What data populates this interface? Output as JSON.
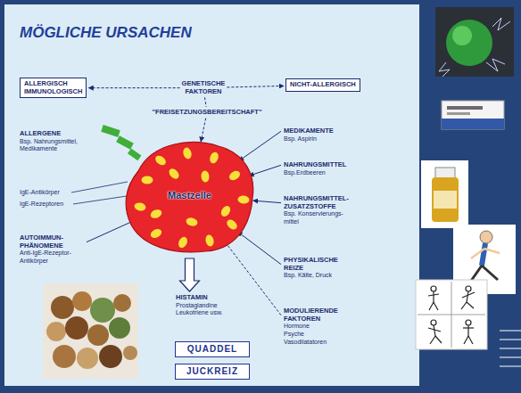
{
  "diagram": {
    "title": "MÖGLICHE URSACHEN",
    "nodes": [
      {
        "text": [
          "ALLERGISCH IMMUNOLOGISCH"
        ]
      },
      {
        "text": [
          "GENETISCHE FAKTOREN"
        ]
      },
      {
        "text": [
          "NICHT-ALLERGISCH"
        ]
      },
      {
        "text": [
          "\"FREISETZUNGSBEREITSCHAFT\""
        ]
      },
      {
        "text": [
          "ALLERGENE",
          "Bsp. Nahrungsmittel, Medikamente"
        ]
      },
      {
        "text": [
          "MEDIKAMENTE",
          "Bsp. Aspirin"
        ]
      },
      {
        "text": [
          "Mastzelle"
        ]
      },
      {
        "text": [
          "NAHRUNGSMITTEL",
          "Bsp.Erdbeeren"
        ]
      },
      {
        "text": [
          "NAHRUNGSMITTEL- ZUSATZSTOFFE",
          "Bsp. Konservierungs- mittel"
        ]
      },
      {
        "text": [
          "AUTOIMMUN- PHÄNOMENE",
          "Anti-IgE-Rezeptor- Antikörper"
        ]
      },
      {
        "text": [
          "PHYSIKALISCHE REIZE",
          "Bsp. Kälte, Druck"
        ]
      },
      {
        "text": [
          "HISTAMIN",
          "Prostaglandine Leukotriene usw."
        ]
      },
      {
        "text": [
          "MODULIERENDE FAKTOREN",
          "Hormone Psyche Vasodilatatoren"
        ]
      },
      {
        "text": [
          "QUADDEL"
        ]
      },
      {
        "text": [
          "JUCKREIZ"
        ]
      }
    ],
    "edges": [
      {
        "from": 1,
        "to": 0,
        "arrow": "to"
      },
      {
        "from": 1,
        "to": 2,
        "arrow": "to"
      },
      {
        "from": 1,
        "to": 3,
        "arrow": "none"
      },
      {
        "from": 3,
        "to": 6,
        "arrow": "to"
      },
      {
        "from": 9,
        "to": 6,
        "arrow": "none"
      },
      {
        "from": 5,
        "to": 6,
        "arrow": "to"
      },
      {
        "from": 7,
        "to": 6,
        "arrow": "to"
      },
      {
        "from": 8,
        "to": 6,
        "arrow": "to"
      },
      {
        "from": 10,
        "to": 6,
        "arrow": "to"
      },
      {
        "from": 12,
        "to": 6,
        "arrow": "to"
      },
      {
        "from": 6,
        "to": 11,
        "arrow": "to"
      }
    ],
    "labels": [
      "IgE-Antikörper",
      "IgE-Rezeptoren"
    ]
  }
}
